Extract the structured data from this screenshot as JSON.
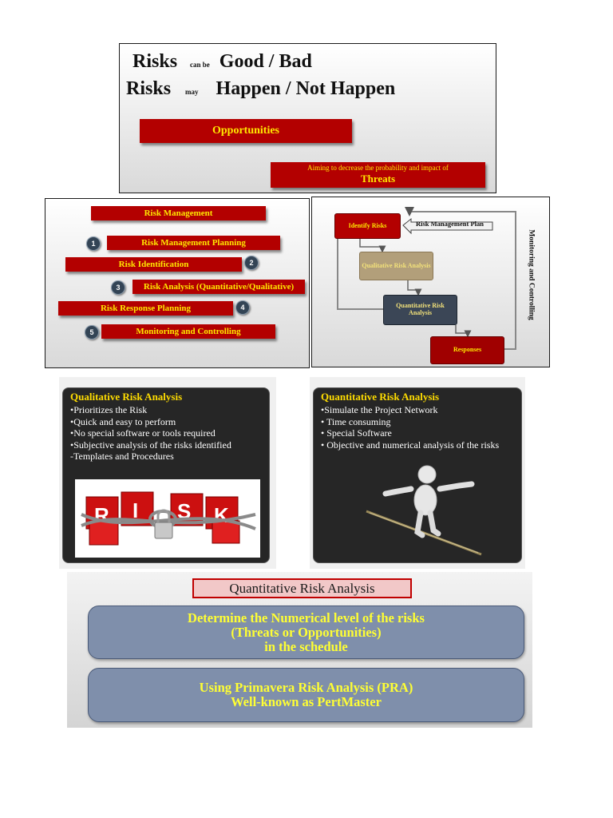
{
  "slide1": {
    "line1": {
      "a": "Risks",
      "small": "can be",
      "b": "Good / Bad"
    },
    "line2": {
      "a": "Risks",
      "small": "may",
      "b": "Happen / Not Happen"
    },
    "opportunities": "Opportunities",
    "aiming": "Aiming to decrease the probability and impact of",
    "threats": "Threats"
  },
  "slide2": {
    "header": "Risk Management",
    "steps": [
      {
        "num": "1",
        "label": "Risk Management Planning"
      },
      {
        "num": "2",
        "label": "Risk Identification"
      },
      {
        "num": "3",
        "label": "Risk Analysis (Quantitative/Qualitative)"
      },
      {
        "num": "4",
        "label": "Risk Response Planning"
      },
      {
        "num": "5",
        "label": "Monitoring and Controlling"
      }
    ]
  },
  "slide3": {
    "identify": "Identify Risks",
    "plan": "Risk Management Plan",
    "qualitative": "Qualitative Risk Analysis",
    "quantitative": "Quantitative Risk Analysis",
    "responses": "Responses",
    "side_label": "Monitoring and Controlling"
  },
  "slide4": {
    "title": "Qualitative Risk Analysis",
    "items": [
      "•Prioritizes the Risk",
      "•Quick and easy to perform",
      "•No special software or tools required",
      "•Subjective analysis of the risks identified",
      "-Templates and Procedures"
    ],
    "image_letters": "RISK"
  },
  "slide5": {
    "title": "Quantitative Risk Analysis",
    "items": [
      "•Simulate the Project Network",
      "• Time consuming",
      "• Special Software",
      "• Objective and numerical analysis of the risks"
    ]
  },
  "slide6": {
    "title": "Quantitative Risk Analysis",
    "box1": [
      "Determine the Numerical level of the risks",
      "(Threats or Opportunities)",
      "in the schedule"
    ],
    "box2": [
      "Using Primavera Risk Analysis (PRA)",
      "Well-known as PertMaster"
    ]
  },
  "colors": {
    "red": "#b30000",
    "yellow": "#ffe800",
    "dark": "#262626",
    "blue": "#7f8fab"
  }
}
